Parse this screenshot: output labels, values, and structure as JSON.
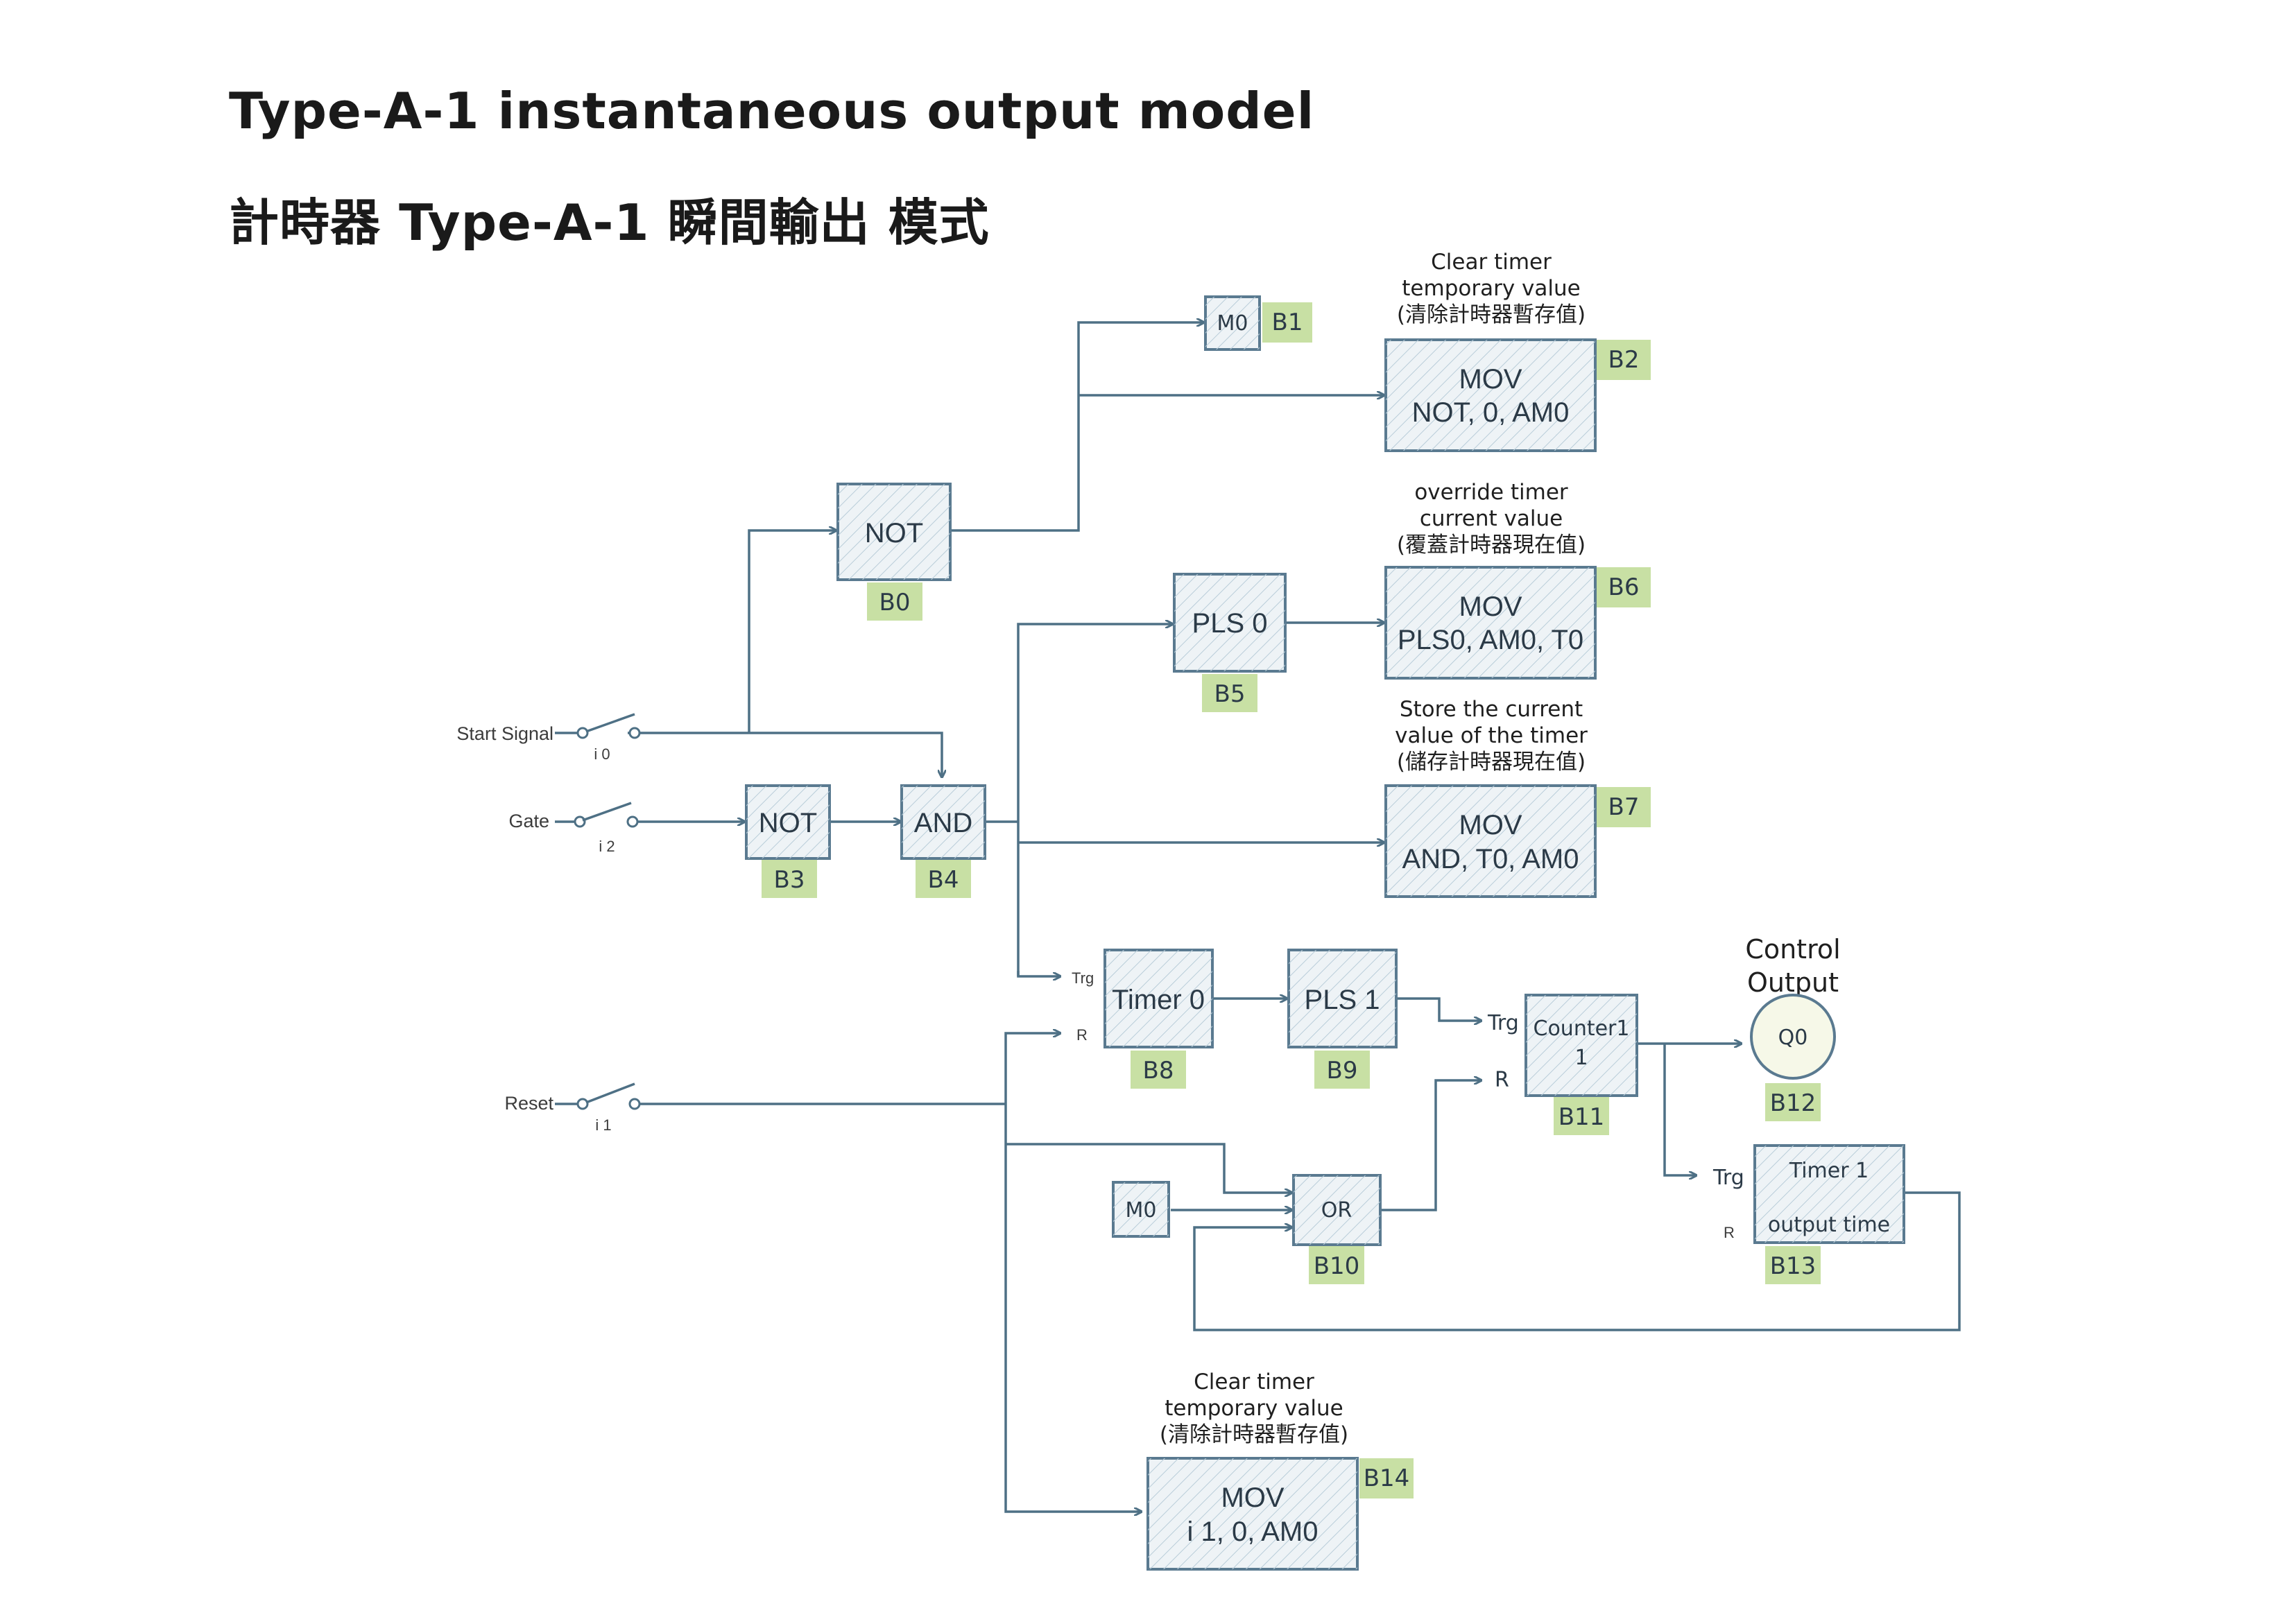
{
  "title": "Type-A-1 instantaneous output model",
  "subtitle": "計時器 Type-A-1 瞬間輸出 模式",
  "inputs": {
    "start": {
      "label": "Start Signal",
      "pin": "i 0"
    },
    "gate": {
      "label": "Gate",
      "pin": "i 2"
    },
    "reset": {
      "label": "Reset",
      "pin": "i 1"
    }
  },
  "blocks": {
    "b0": {
      "text": "NOT",
      "tag": "B0"
    },
    "b1": {
      "text": "M0",
      "tag": "B1"
    },
    "b2": {
      "line1": "MOV",
      "line2": "NOT, 0, AM0",
      "tag": "B2"
    },
    "b3": {
      "text": "NOT",
      "tag": "B3"
    },
    "b4": {
      "text": "AND",
      "tag": "B4"
    },
    "b5": {
      "text": "PLS 0",
      "tag": "B5"
    },
    "b6": {
      "line1": "MOV",
      "line2": "PLS0, AM0, T0",
      "tag": "B6"
    },
    "b7": {
      "line1": "MOV",
      "line2": "AND, T0, AM0",
      "tag": "B7"
    },
    "b8": {
      "text": "Timer 0",
      "tag": "B8"
    },
    "b9": {
      "text": "PLS 1",
      "tag": "B9"
    },
    "b10": {
      "text": "OR",
      "tag": "B10"
    },
    "b11": {
      "line1": "Counter1",
      "line2": "1",
      "tag": "B11"
    },
    "b12": {
      "text": "Q0",
      "tag": "B12"
    },
    "b13": {
      "line1": "Timer 1",
      "line2": "output time",
      "tag": "B13"
    },
    "b14": {
      "line1": "MOV",
      "line2": "i 1, 0, AM0",
      "tag": "B14"
    },
    "m0_in": {
      "text": "M0"
    }
  },
  "annotations": {
    "b2": [
      "Clear timer",
      "temporary value",
      "(清除計時器暫存值)"
    ],
    "b6": [
      "override timer",
      "current value",
      "(覆蓋計時器現在值)"
    ],
    "b7": [
      "Store the current",
      "value of the timer",
      "(儲存計時器現在值)"
    ],
    "b14": [
      "Clear timer",
      "temporary value",
      "(清除計時器暫存值)"
    ],
    "control": [
      "Control",
      "Output"
    ]
  },
  "pins": {
    "timer0_trg": "Trg",
    "timer0_r": "R",
    "counter_trg": "Trg",
    "counter_r": "R",
    "timer1_trg": "Trg",
    "timer1_r": "R"
  },
  "colors": {
    "block_fill": "#eef3f6",
    "block_stroke": "#5a7a90",
    "tag_fill": "#c8e0a4",
    "wire": "#4e7085"
  }
}
